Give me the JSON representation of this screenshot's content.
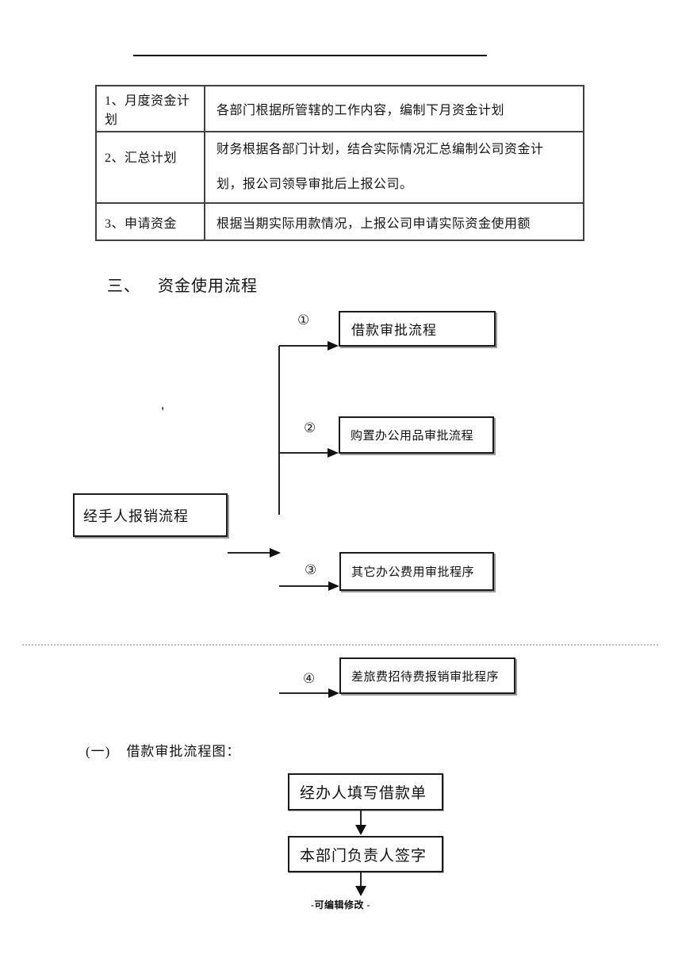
{
  "table": {
    "rows": [
      {
        "label": "1、月度资金计划",
        "desc": "各部门根据所管辖的工作内容，编制下月资金计划"
      },
      {
        "label": "2、汇总计划",
        "desc_line1": "财务根据各部门计划，结合实际情况汇总编制公司资金计",
        "desc_line2": "划，报公司领导审批后上报公司。"
      },
      {
        "label": "3、申请资金",
        "desc": "根据当期实际用款情况，上报公司申请实际资金使用额"
      }
    ]
  },
  "headings": {
    "section_num": "三、",
    "section_title": "资金使用流程",
    "sub_num": "(一)",
    "sub_title": "借款审批流程图："
  },
  "flowchart": {
    "source_box": "经手人报销流程",
    "branch1_num": "①",
    "branch1_label": "借款审批流程",
    "branch2_num": "②",
    "branch2_label": "购置办公用品审批流程",
    "branch3_num": "③",
    "branch3_label": "其它办公费用审批程序",
    "branch4_num": "④",
    "branch4_label": "差旅费招待费报销审批程序"
  },
  "borrow_flow": {
    "step1": "经办人填写借款单",
    "step2": "本部门负责人签字"
  },
  "marks": {
    "tick": "'"
  },
  "footer": {
    "text": "-可编辑修改 -"
  }
}
